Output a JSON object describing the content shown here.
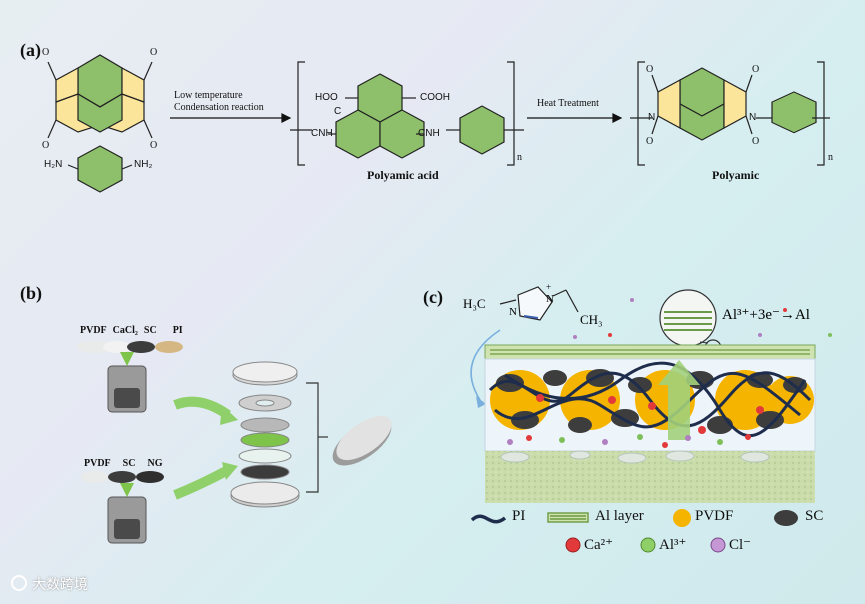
{
  "panels": {
    "a": "(a)",
    "b": "(b)",
    "c": "(c)"
  },
  "panel_a": {
    "arrow1_line1": "Low temperature",
    "arrow1_line2": "Condensation reaction",
    "arrow2_label": "Heat Treatment",
    "intermediate_name": "Polyamic acid",
    "product_name": "Polyamic",
    "hooc": "HOO",
    "hooc_c": "C",
    "cooh": "COOH",
    "cnh_left": "CNH",
    "cnh_right": "CNH",
    "amine_left": "H₂N",
    "amine_right": "NH₂",
    "n1": "n",
    "n2": "n",
    "n_imide_left": "N",
    "n_imide_right": "N",
    "o": "O"
  },
  "panel_b": {
    "top_materials": [
      "PVDF",
      "CaCl₂",
      "SC",
      "PI"
    ],
    "bottom_materials": [
      "PVDF",
      "SC",
      "NG"
    ]
  },
  "panel_c": {
    "reaction": "Al³⁺+3e⁻→Al",
    "cation_h3c": "H₃C",
    "cation_ch3": "CH₃",
    "cation_n1": "N",
    "cation_n2": "N",
    "cation_plus": "+",
    "legend": {
      "pi": "PI",
      "al_layer": "Al layer",
      "pvdf": "PVDF",
      "sc": "SC",
      "ca": "Ca²⁺",
      "al": "Al³⁺",
      "cl": "Cl⁻"
    }
  },
  "watermark": "大数跨境",
  "colors": {
    "ring_green": "#8ec06b",
    "ring_yellow": "#fbe59a",
    "pvdf_orange": "#f5b400",
    "sc_dark": "#3b3b3b",
    "ca_red": "#e23a3a",
    "al_green": "#7fbf5a",
    "cl_purple": "#b07fc0"
  }
}
